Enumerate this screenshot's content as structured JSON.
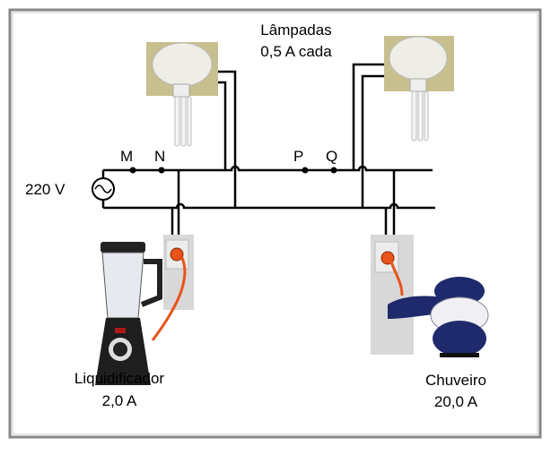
{
  "source": {
    "label": "220 V"
  },
  "points": {
    "m": "M",
    "n": "N",
    "p": "P",
    "q": "Q"
  },
  "lamps": {
    "title": "Lâmpadas",
    "current": "0,5 A cada"
  },
  "blender": {
    "name": "Liquidificador",
    "current": "2,0 A"
  },
  "shower": {
    "name": "Chuveiro",
    "current": "20,0 A"
  },
  "colors": {
    "wire": "#000000",
    "cord": "#e8531a",
    "lamp_bg": "#c8bf8e",
    "shower_blue": "#1e2a6b"
  }
}
